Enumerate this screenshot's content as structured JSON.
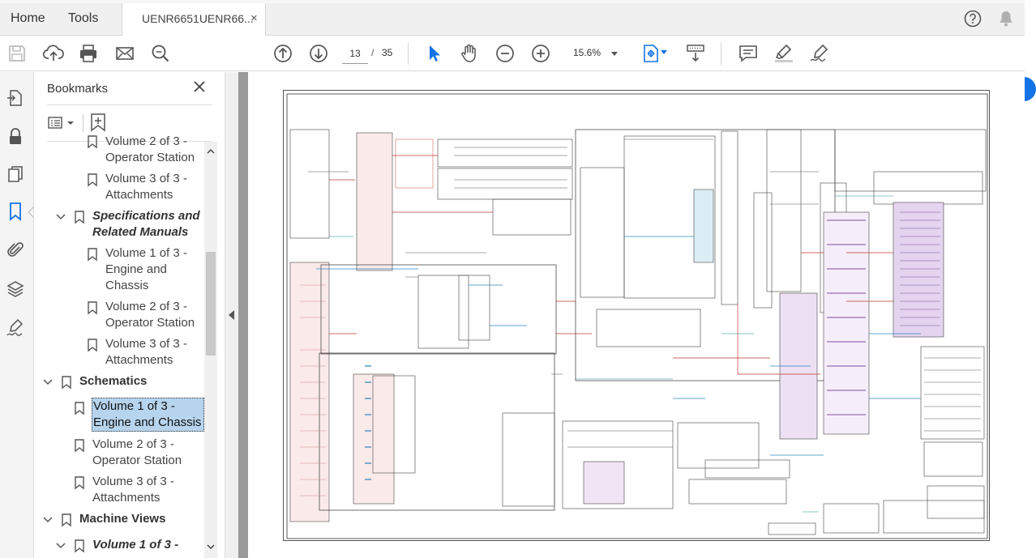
{
  "menubar": {
    "home": "Home",
    "tools": "Tools",
    "tab_title": "UENR6651UENR66...",
    "tab_close": "×"
  },
  "toolbar": {
    "current_page": "13",
    "page_separator": "/",
    "total_pages": "35",
    "zoom": "15.6%"
  },
  "bookmarks": {
    "title": "Bookmarks",
    "items": [
      {
        "label": "Volume 2 of 3 - Operator Station"
      },
      {
        "label": "Volume 3 of 3 - Attachments"
      },
      {
        "label": "Specifications and Related Manuals"
      },
      {
        "label": "Volume 1 of 3 - Engine and Chassis"
      },
      {
        "label": "Volume 2 of 3 - Operator Station"
      },
      {
        "label": "Volume 3 of 3 - Attachments"
      },
      {
        "label": "Schematics"
      },
      {
        "label": "Volume 1 of 3 - Engine and Chassis"
      },
      {
        "label": "Volume 2 of 3 - Operator Station"
      },
      {
        "label": "Volume 3 of 3 - Attachments"
      },
      {
        "label": "Machine Views"
      },
      {
        "label": "Volume 1 of 3 -"
      }
    ]
  },
  "icons": {
    "save": "save-icon",
    "upload": "cloud-upload-icon",
    "print": "print-icon",
    "mail": "mail-icon",
    "search": "zoom-search-icon",
    "prev": "page-up-icon",
    "next": "page-down-icon",
    "select": "select-arrow-icon",
    "hand": "hand-icon",
    "zoom_out": "zoom-out-icon",
    "zoom_in": "zoom-in-icon",
    "fit": "fit-page-icon",
    "scroll": "scroll-mode-icon",
    "comment": "comment-icon",
    "highlight": "highlight-icon",
    "sign": "sign-icon",
    "help": "help-icon",
    "bell": "bell-icon"
  },
  "colors": {
    "accent": "#1473e6",
    "selected_bookmark": "#b7d4ee"
  }
}
